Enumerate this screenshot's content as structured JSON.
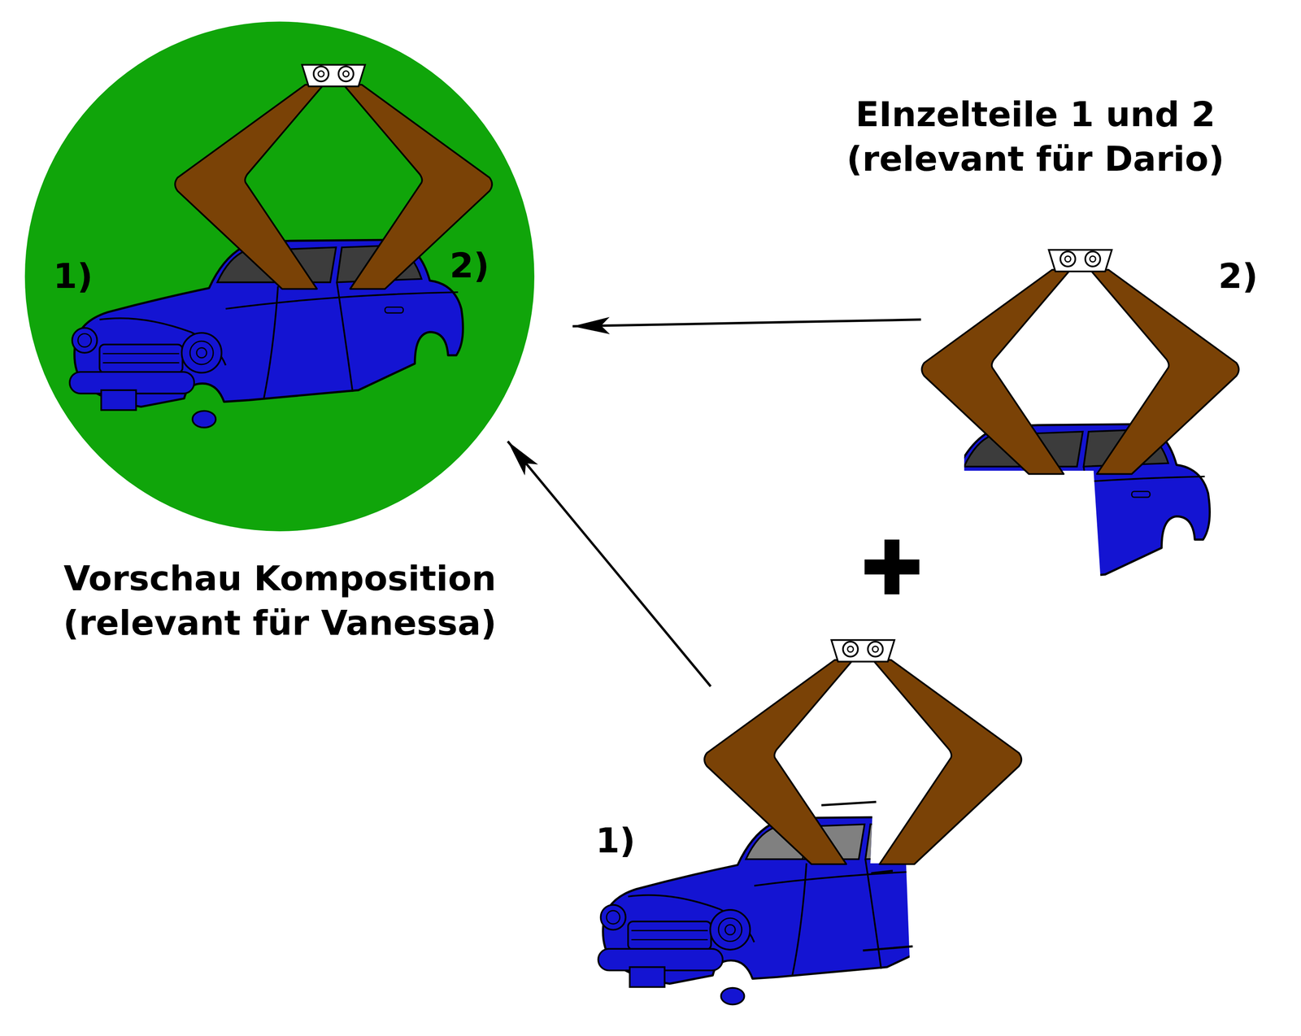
{
  "diagram": {
    "nodes": [
      {
        "text": [
          "1)",
          "2)",
          "Vorschau Komposition (relevant für Vanessa)"
        ]
      },
      {
        "text": [
          "2)"
        ]
      },
      {
        "text": [
          "1)"
        ]
      }
    ],
    "edges": [
      {
        "from": 1,
        "to": 0,
        "arrow": "to"
      },
      {
        "from": 2,
        "to": 0,
        "arrow": "to"
      }
    ],
    "labels": [
      "EInzelteile 1 und 2 (relevant für Dario)"
    ]
  }
}
